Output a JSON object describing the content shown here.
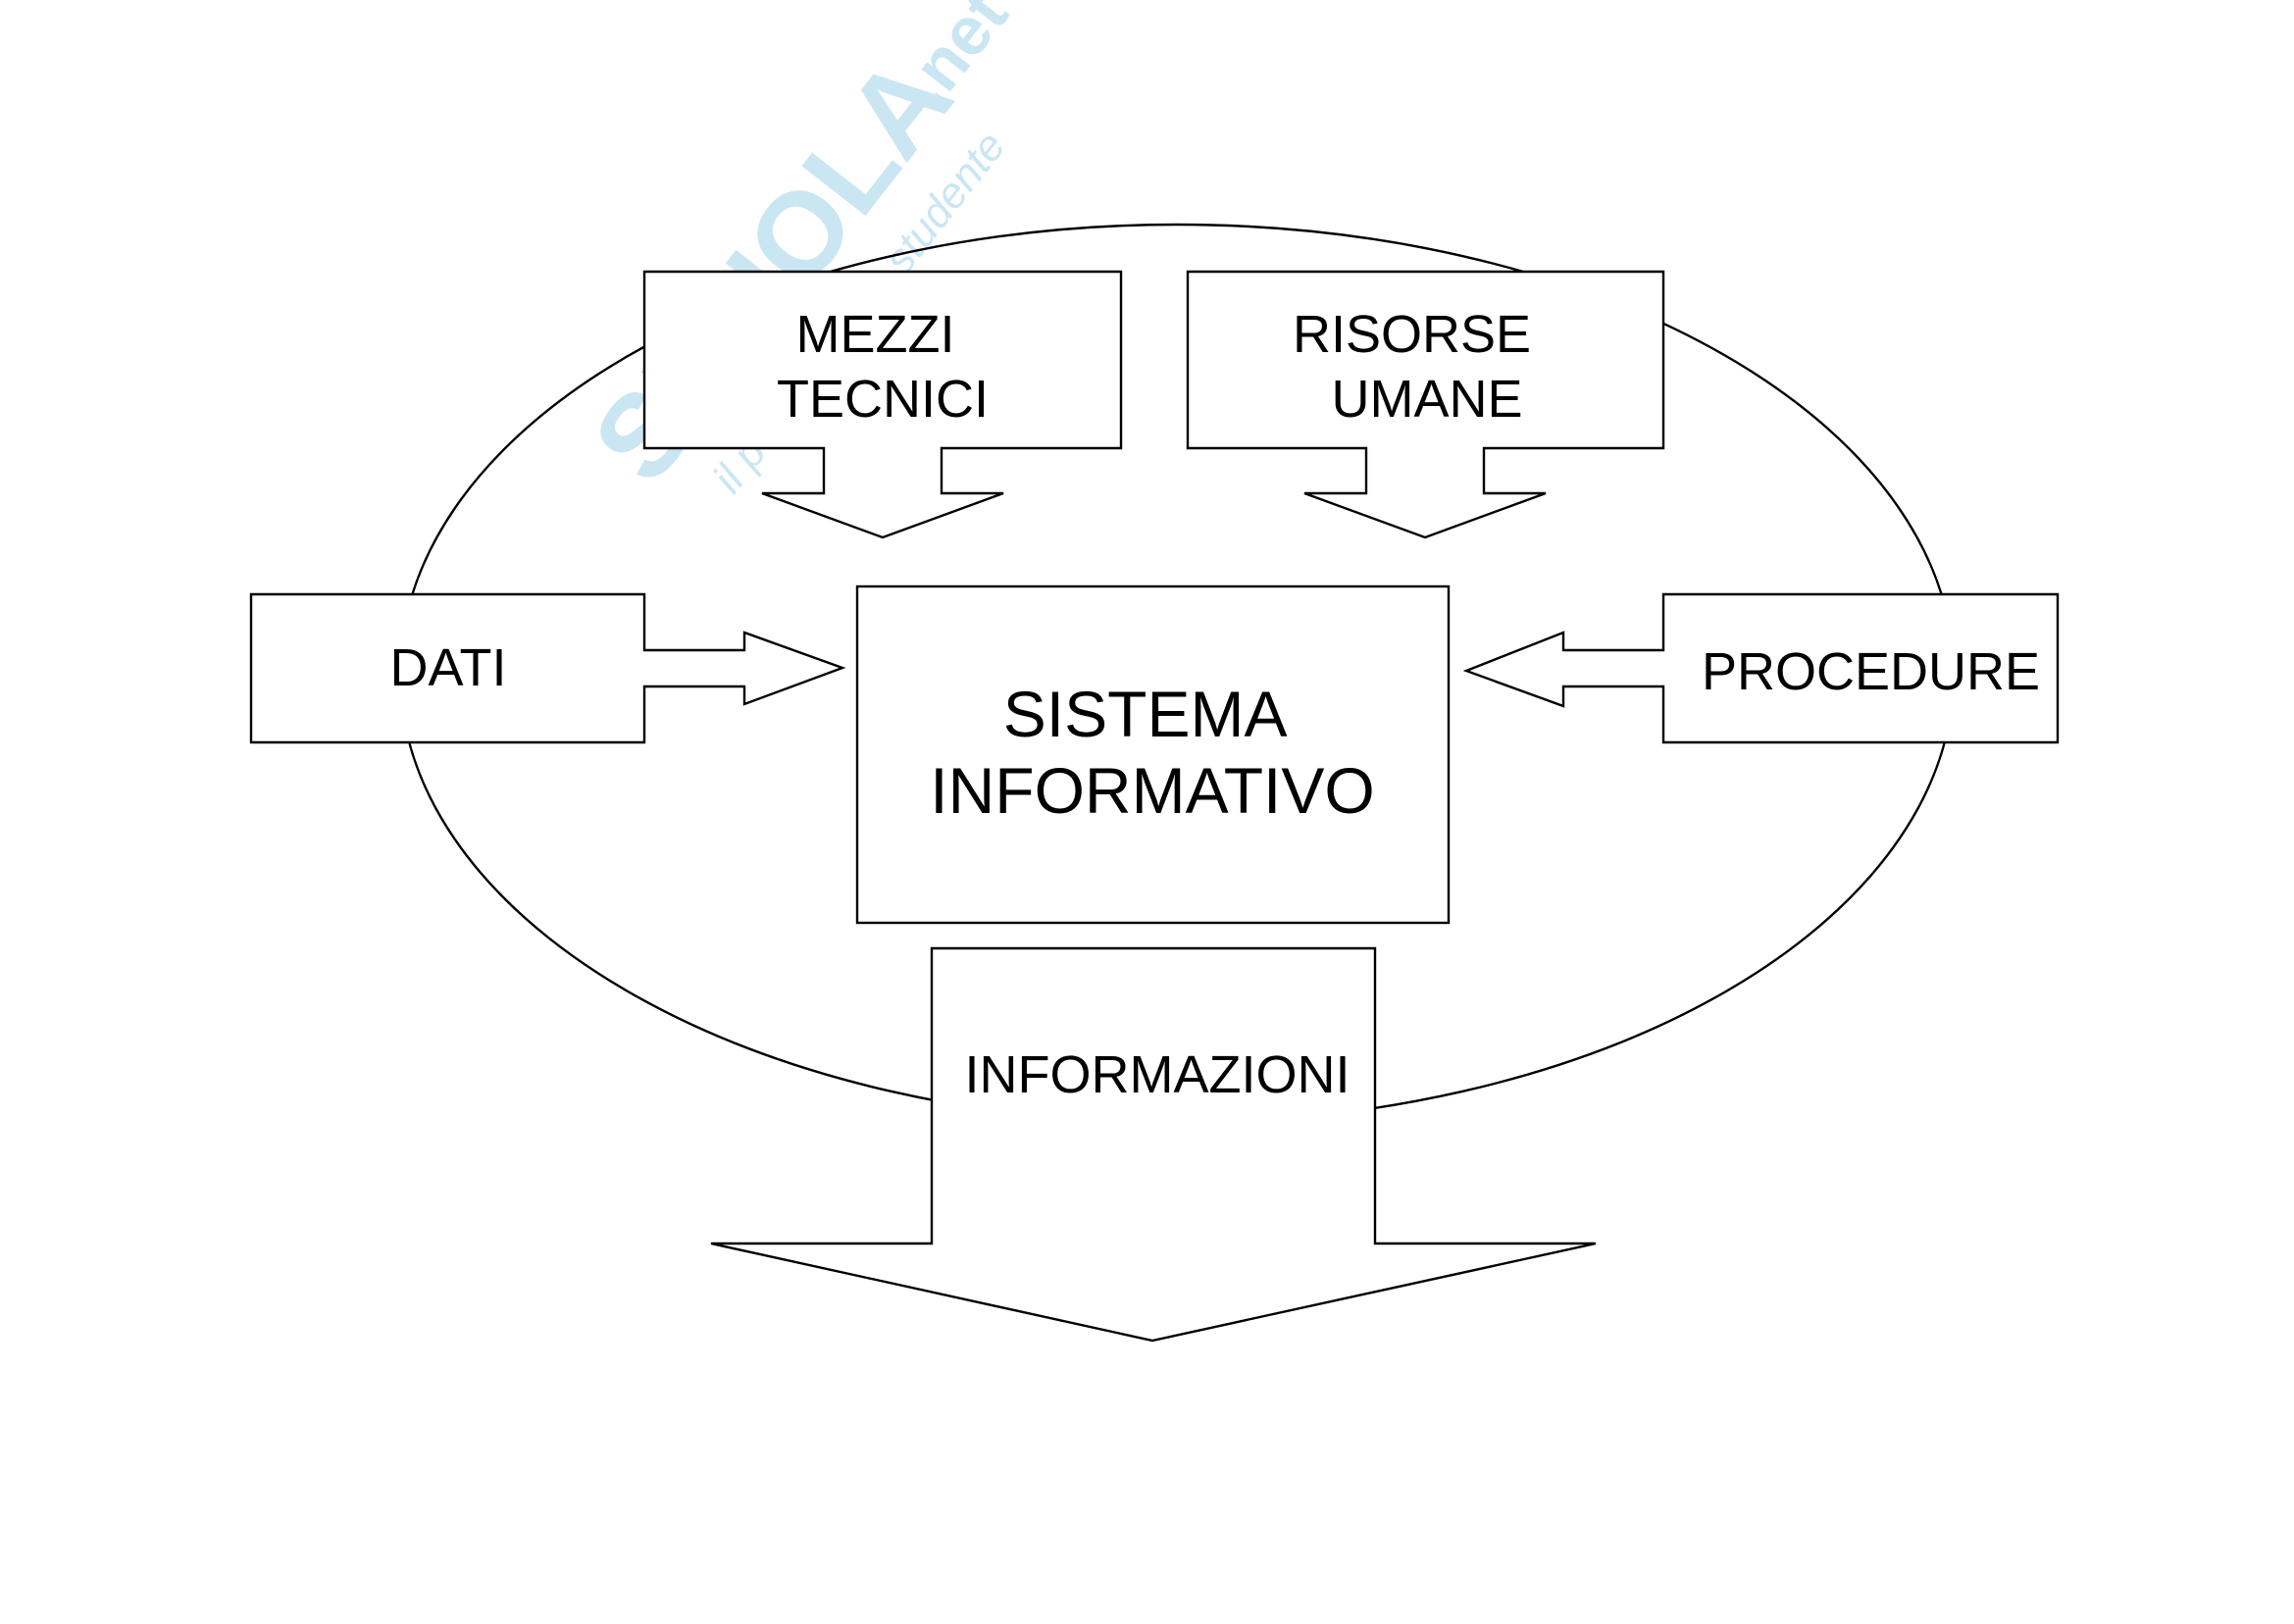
{
  "diagram": {
    "center": {
      "lines": [
        "SISTEMA",
        "INFORMATIVO"
      ]
    },
    "top_left": {
      "lines": [
        "MEZZI",
        "TECNICI"
      ]
    },
    "top_right": {
      "lines": [
        "RISORSE",
        "UMANE"
      ]
    },
    "left": {
      "lines": [
        "DATI"
      ]
    },
    "right": {
      "lines": [
        "PROCEDURE"
      ]
    },
    "bottom": {
      "lines": [
        "INFORMAZIONI"
      ]
    }
  },
  "watermark": {
    "brand": "Skuola.net",
    "tagline": "il portale dello studente",
    "color": "#bfe3f2"
  }
}
